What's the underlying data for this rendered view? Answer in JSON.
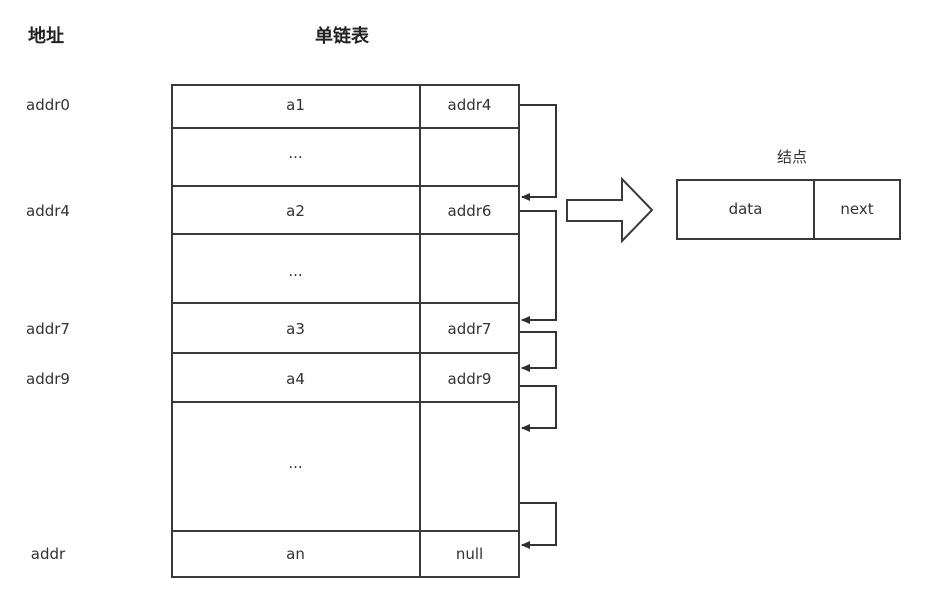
{
  "headers": {
    "address": "地址",
    "list": "单链表"
  },
  "addresses": [
    "addr0",
    "addr4",
    "addr7",
    "addr9",
    "addr"
  ],
  "rows": [
    {
      "data": "a1",
      "next": "addr4"
    },
    {
      "data": "...",
      "next": ""
    },
    {
      "data": "a2",
      "next": "addr6"
    },
    {
      "data": "...",
      "next": ""
    },
    {
      "data": "a3",
      "next": "addr7"
    },
    {
      "data": "a4",
      "next": "addr9"
    },
    {
      "data": "...",
      "next": ""
    },
    {
      "data": "an",
      "next": "null"
    }
  ],
  "node": {
    "title": "结点",
    "data_label": "data",
    "next_label": "next"
  }
}
